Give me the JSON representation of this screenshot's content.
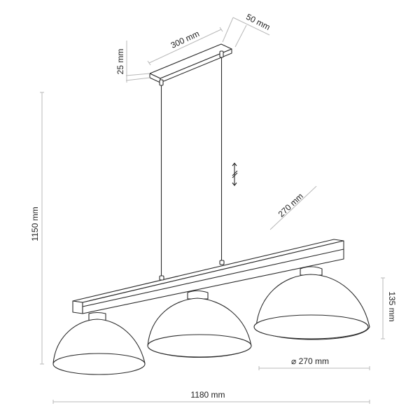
{
  "drawing": {
    "subject": "pendant lamp with three dome shades on a horizontal bar",
    "dimensions": {
      "canopy_length": "300 mm",
      "canopy_width": "50 mm",
      "canopy_height": "25 mm",
      "total_height": "1150 mm",
      "bar_depth": "270 mm",
      "shade_height": "135 mm",
      "shade_diameter": "⌀ 270 mm",
      "total_length": "1180 mm"
    },
    "adjustable_cable_symbol": "⇕",
    "colors": {
      "line": "#2a2a2a",
      "dimension_line": "#b8b8b8",
      "text": "#222222",
      "background": "#ffffff"
    }
  }
}
